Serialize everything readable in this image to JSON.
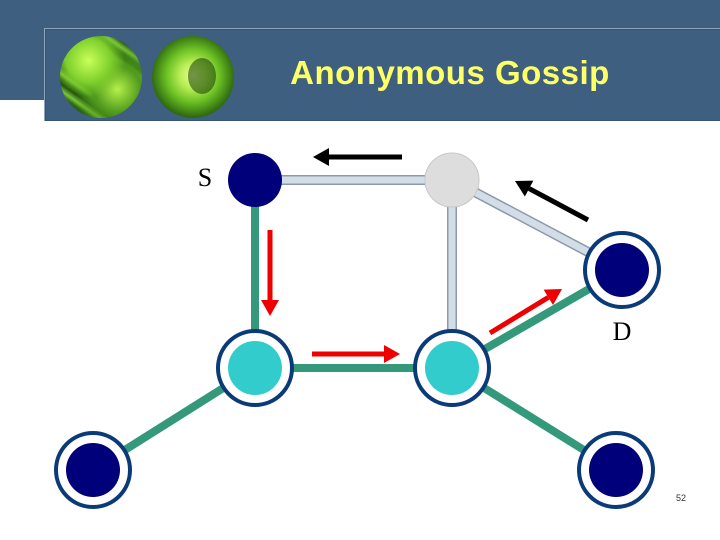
{
  "slide": {
    "title": "Anonymous Gossip",
    "page_number": "52"
  },
  "colors": {
    "header": "#3e5f80",
    "title": "#ffff66",
    "node_dark": "#00007a",
    "node_cyan": "#33cccc",
    "node_gray": "#dddddd",
    "ring": "#0b3a78",
    "edge_green": "#33997a",
    "edge_light": "#d3dde8",
    "arrow_red": "#ee0000",
    "arrow_black": "#000000"
  },
  "nodes": [
    {
      "id": "s",
      "label": "S",
      "fill": "dark",
      "ring": false
    },
    {
      "id": "gray",
      "label": "",
      "fill": "gray",
      "ring": false
    },
    {
      "id": "d",
      "label": "D",
      "fill": "dark",
      "ring": true
    },
    {
      "id": "cyan1",
      "label": "",
      "fill": "cyan",
      "ring": true
    },
    {
      "id": "cyan2",
      "label": "",
      "fill": "cyan",
      "ring": true
    },
    {
      "id": "bl",
      "label": "",
      "fill": "dark",
      "ring": true
    },
    {
      "id": "br",
      "label": "",
      "fill": "dark",
      "ring": true
    }
  ],
  "edges": [
    {
      "from": "s",
      "to": "gray",
      "style": "light"
    },
    {
      "from": "gray",
      "to": "d",
      "style": "light"
    },
    {
      "from": "gray",
      "to": "cyan2",
      "style": "light"
    },
    {
      "from": "s",
      "to": "cyan1",
      "style": "green"
    },
    {
      "from": "cyan1",
      "to": "cyan2",
      "style": "green"
    },
    {
      "from": "cyan2",
      "to": "d",
      "style": "green"
    },
    {
      "from": "cyan1",
      "to": "bl",
      "style": "green"
    },
    {
      "from": "cyan2",
      "to": "br",
      "style": "green"
    }
  ],
  "arrows": [
    {
      "along": "s-cyan1",
      "direction": "forward",
      "color": "red"
    },
    {
      "along": "cyan1-cyan2",
      "direction": "forward",
      "color": "red"
    },
    {
      "along": "cyan2-d",
      "direction": "forward",
      "color": "red"
    },
    {
      "along": "d-gray",
      "direction": "forward",
      "color": "black"
    },
    {
      "along": "gray-s",
      "direction": "forward",
      "color": "black"
    }
  ]
}
